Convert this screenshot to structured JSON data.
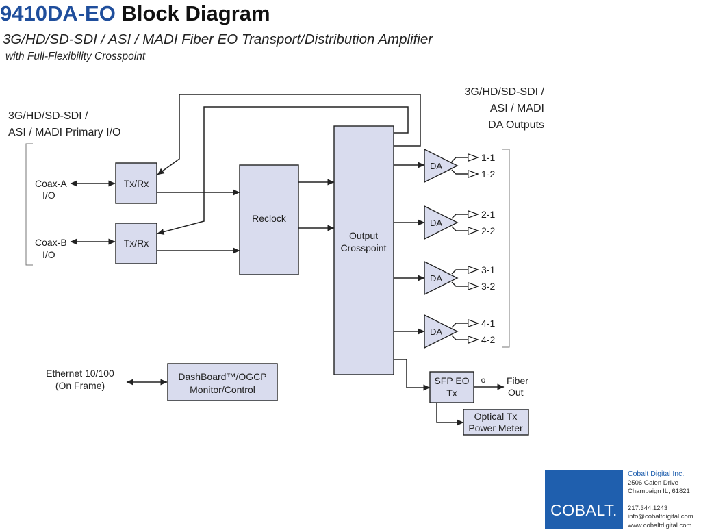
{
  "title": {
    "model": "9410DA-EO",
    "rest": "Block Diagram"
  },
  "subtitle": "3G/HD/SD-SDI / ASI / MADI Fiber EO Transport/Distribution Amplifier",
  "subtitle2": "with Full-Flexibility Crosspoint",
  "inputs": {
    "group_line1": "3G/HD/SD-SDI /",
    "group_line2": "ASI / MADI Primary I/O",
    "coax_a": [
      "Coax-A",
      "I/O"
    ],
    "coax_b": [
      "Coax-B",
      "I/O"
    ]
  },
  "blocks": {
    "txrx_a": "Tx/Rx",
    "txrx_b": "Tx/Rx",
    "reclock": "Reclock",
    "crosspoint": [
      "Output",
      "Crosspoint"
    ],
    "da": "DA",
    "sfp": [
      "SFP EO",
      "Tx"
    ],
    "meter": [
      "Optical Tx",
      "Power Meter"
    ],
    "dashboard": [
      "DashBoard™/OGCP",
      "Monitor/Control"
    ]
  },
  "outputs": {
    "group": [
      "3G/HD/SD-SDI /",
      "ASI / MADI",
      "DA Outputs"
    ],
    "labels": [
      "1-1",
      "1-2",
      "2-1",
      "2-2",
      "3-1",
      "3-2",
      "4-1",
      "4-2"
    ],
    "fiber": [
      "Fiber",
      "Out"
    ],
    "fiber_symbol": "o"
  },
  "ethernet": [
    "Ethernet 10/100",
    "(On Frame)"
  ],
  "company": {
    "logo": "COBALT.",
    "name_a": "Cobalt",
    "name_b": " Digital Inc.",
    "address1": "2506 Galen Drive",
    "address2": "Champaign IL, 61821",
    "phone": "217.344.1243",
    "email": "info@cobaltdigital.com",
    "web": "www.cobaltdigital.com"
  },
  "colors": {
    "block_fill": "#d9dcee",
    "title_blue": "#1f4e9c",
    "logo_blue": "#1f5fae"
  }
}
